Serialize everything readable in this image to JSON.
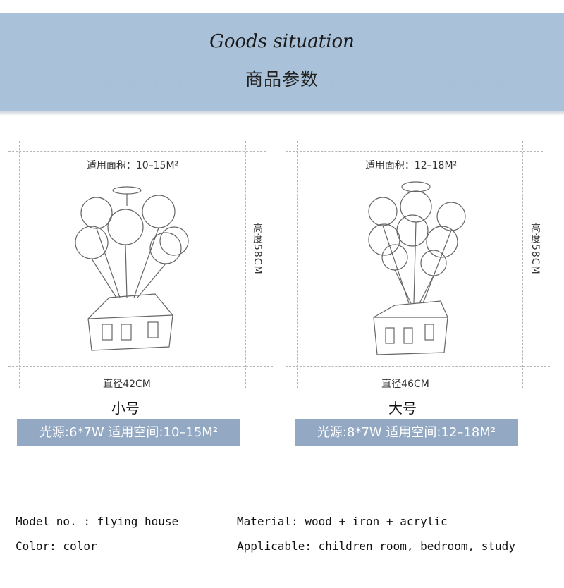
{
  "header": {
    "title_en": "Goods situation",
    "title_cn": "商品参数"
  },
  "products": [
    {
      "area": "适用面积：10–15M²",
      "height": "高度58CM",
      "diameter": "直径42CM",
      "size_name": "小号",
      "spec": "光源:6*7W   适用空间:10–15M²"
    },
    {
      "area": "适用面积：12–18M²",
      "height": "高度58CM",
      "diameter": "直径46CM",
      "size_name": "大号",
      "spec": "光源:8*7W   适用空间:12–18M²"
    }
  ],
  "info": {
    "model": "Model no. : flying house",
    "material": "Material: wood + iron + acrylic",
    "color": "Color: color",
    "applicable": "Applicable: children room, bedroom, study"
  }
}
